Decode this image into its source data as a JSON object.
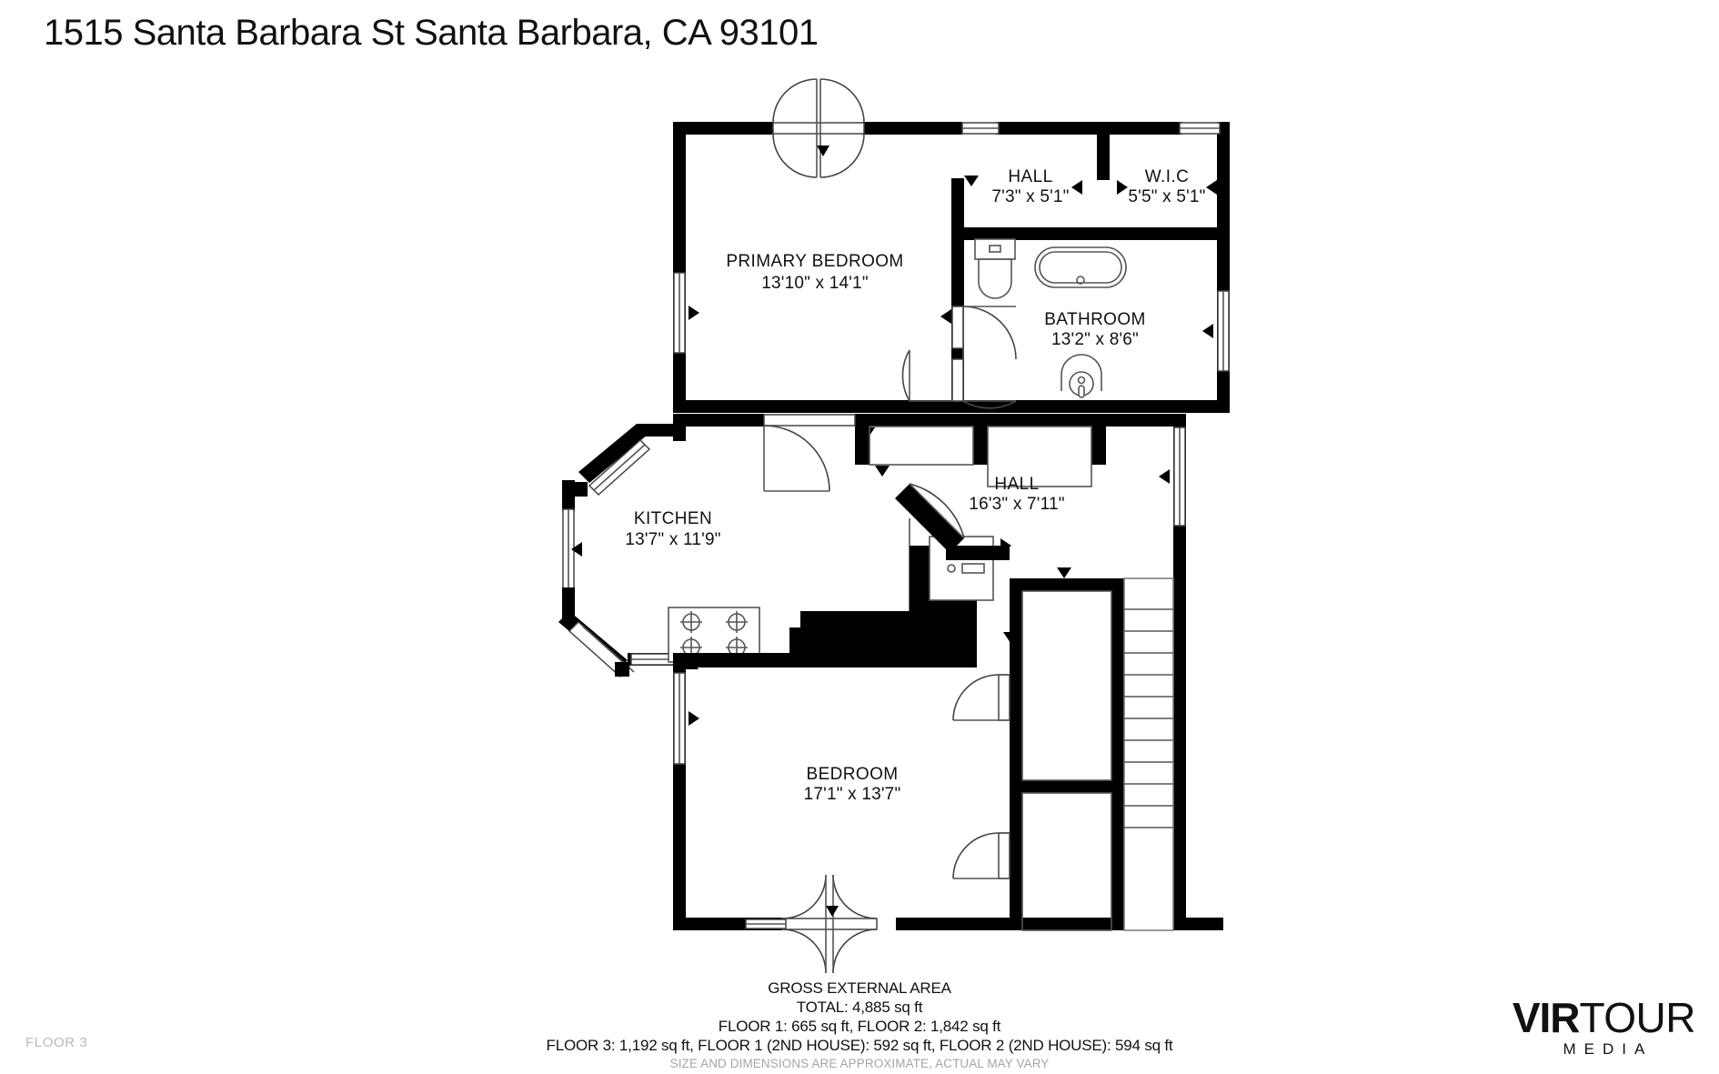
{
  "header": {
    "title": "1515 Santa Barbara St Santa Barbara, CA 93101"
  },
  "floor_tag": "FLOOR 3",
  "rooms": [
    {
      "id": "primary_bedroom",
      "name": "PRIMARY BEDROOM",
      "dimensions": "13'10\" x 14'1\""
    },
    {
      "id": "hall_upper",
      "name": "HALL",
      "dimensions": "7'3\" x 5'1\""
    },
    {
      "id": "wic",
      "name": "W.I.C",
      "dimensions": "5'5\" x 5'1\""
    },
    {
      "id": "bathroom",
      "name": "BATHROOM",
      "dimensions": "13'2\" x 8'6\""
    },
    {
      "id": "kitchen",
      "name": "KITCHEN",
      "dimensions": "13'7\" x 11'9\""
    },
    {
      "id": "hall_main",
      "name": "HALL",
      "dimensions": "16'3\" x 7'11\""
    },
    {
      "id": "bedroom",
      "name": "BEDROOM",
      "dimensions": "17'1\" x 13'7\""
    }
  ],
  "footer": {
    "line1": "GROSS EXTERNAL AREA",
    "line2": "TOTAL: 4,885 sq ft",
    "line3": "FLOOR 1: 665 sq ft, FLOOR 2: 1,842 sq ft",
    "line4": "FLOOR 3: 1,192 sq ft, FLOOR 1 (2ND HOUSE): 592 sq ft, FLOOR 2 (2ND HOUSE): 594 sq ft",
    "disclaimer": "SIZE AND DIMENSIONS ARE APPROXIMATE, ACTUAL MAY VARY"
  },
  "brand": {
    "vir": "VIR",
    "tour": "TOUR",
    "media": "MEDIA"
  },
  "colors": {
    "wall": "#000000",
    "text": "#111111",
    "muted": "#a6a6a6",
    "floor_tag": "#b9b9b9",
    "background": "#ffffff"
  }
}
